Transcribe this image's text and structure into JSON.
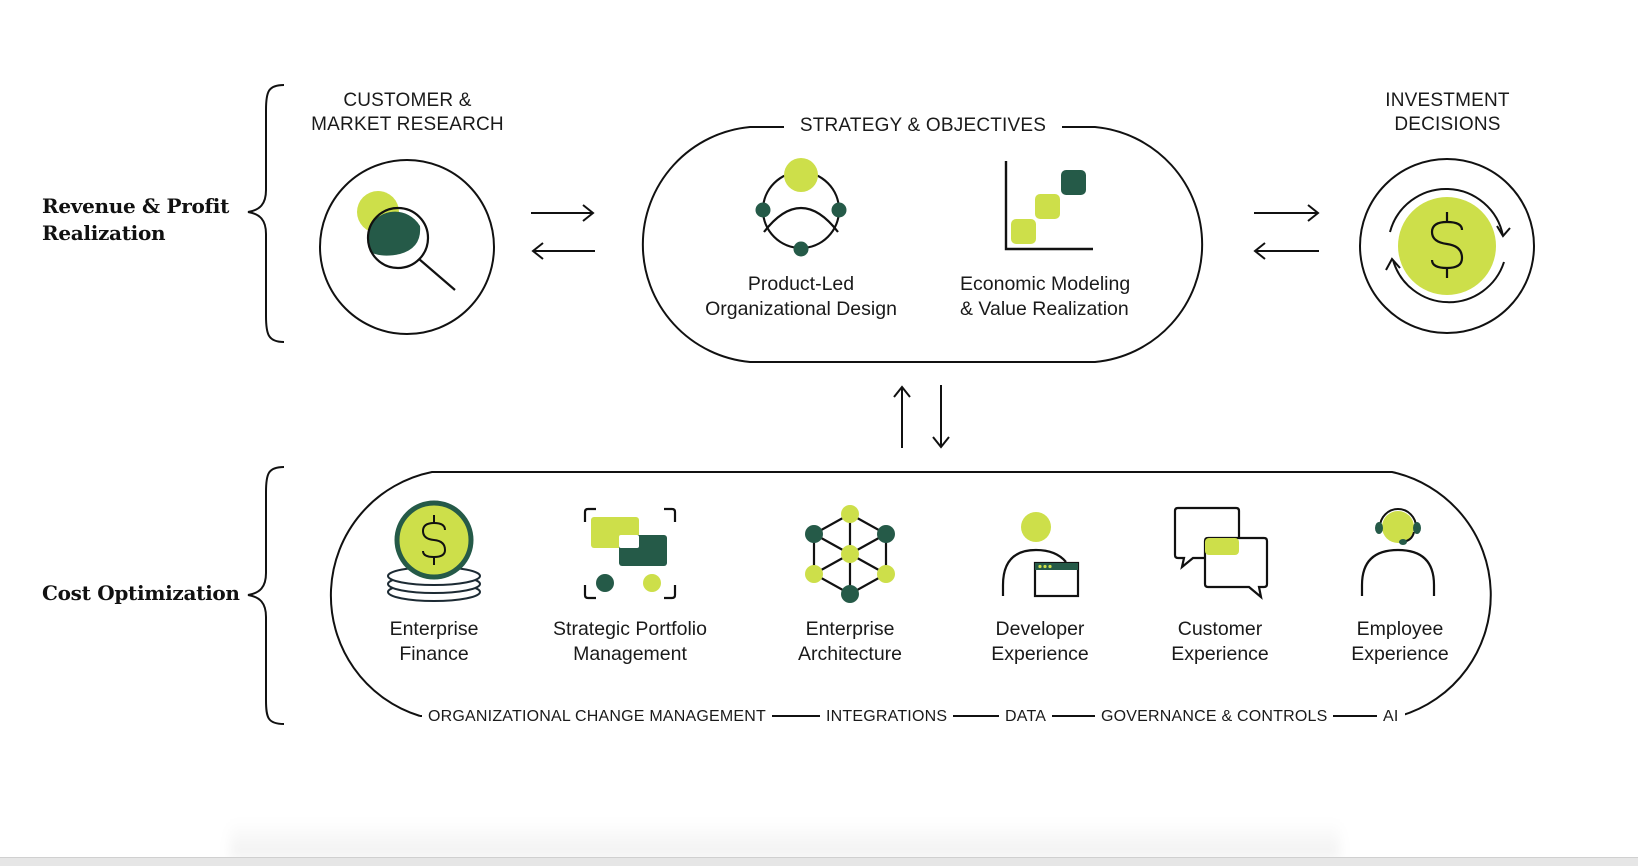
{
  "colors": {
    "lime": "#cddf4a",
    "dark_green": "#255a48",
    "stroke": "#111111",
    "background": "#ffffff"
  },
  "left_labels": {
    "revenue": [
      "Revenue & Profit",
      "Realization"
    ],
    "cost": "Cost Optimization"
  },
  "top_row": {
    "customer_research": {
      "title_lines": [
        "CUSTOMER &",
        "MARKET RESEARCH"
      ],
      "icon": "magnifier-icon"
    },
    "strategy": {
      "title": "STRATEGY & OBJECTIVES",
      "items": [
        {
          "lines": [
            "Product-Led",
            "Organizational Design"
          ],
          "icon": "org-network-icon"
        },
        {
          "lines": [
            "Economic Modeling",
            "& Value Realization"
          ],
          "icon": "step-chart-icon"
        }
      ]
    },
    "investment": {
      "title_lines": [
        "INVESTMENT",
        "DECISIONS"
      ],
      "icon": "dollar-cycle-icon"
    }
  },
  "bottom_row": {
    "items": [
      {
        "lines": [
          "Enterprise",
          "Finance"
        ],
        "icon": "coin-stack-icon"
      },
      {
        "lines": [
          "Strategic Portfolio",
          "Management"
        ],
        "icon": "portfolio-frame-icon"
      },
      {
        "lines": [
          "Enterprise",
          "Architecture"
        ],
        "icon": "hex-network-icon"
      },
      {
        "lines": [
          "Developer",
          "Experience"
        ],
        "icon": "developer-window-icon"
      },
      {
        "lines": [
          "Customer",
          "Experience"
        ],
        "icon": "chat-bubbles-icon"
      },
      {
        "lines": [
          "Employee",
          "Experience"
        ],
        "icon": "headset-person-icon"
      }
    ],
    "footer": [
      "ORGANIZATIONAL CHANGE MANAGEMENT",
      "INTEGRATIONS",
      "DATA",
      "GOVERNANCE & CONTROLS",
      "AI"
    ]
  },
  "arrows": {
    "horizontal": "bidirectional",
    "vertical": "bidirectional"
  }
}
